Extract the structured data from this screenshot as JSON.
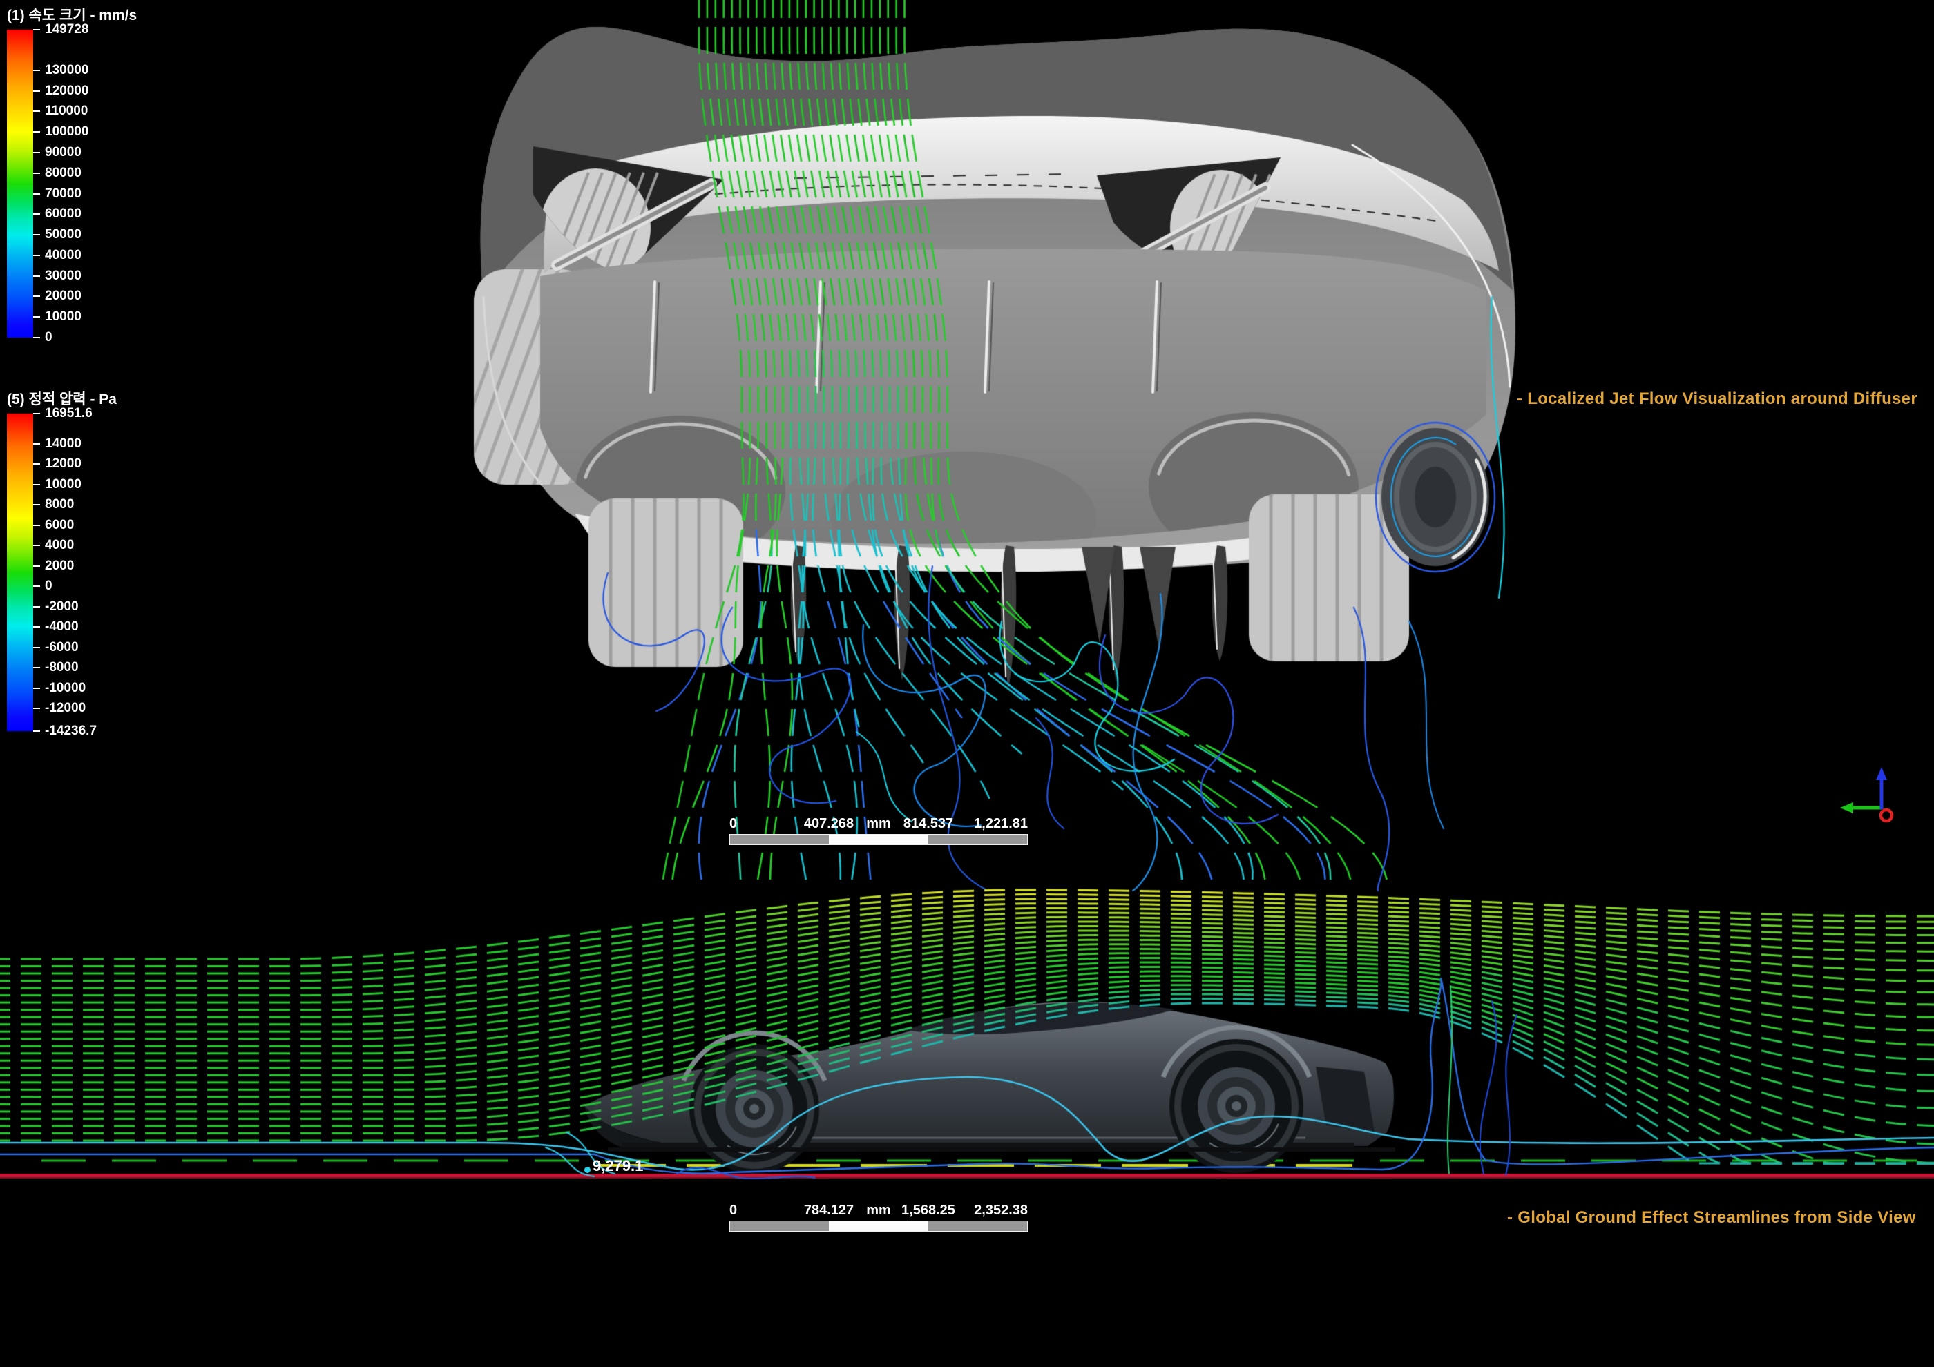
{
  "legends": [
    {
      "id": "velocity",
      "title": "(1) 속도 크기 - mm/s",
      "vmax": 149728,
      "vmin": 0,
      "ticks": [
        {
          "v": 149728,
          "label": "149728"
        },
        {
          "v": 130000,
          "label": "130000"
        },
        {
          "v": 120000,
          "label": "120000"
        },
        {
          "v": 110000,
          "label": "110000"
        },
        {
          "v": 100000,
          "label": "100000"
        },
        {
          "v": 90000,
          "label": "90000"
        },
        {
          "v": 80000,
          "label": "80000"
        },
        {
          "v": 70000,
          "label": "70000"
        },
        {
          "v": 60000,
          "label": "60000"
        },
        {
          "v": 50000,
          "label": "50000"
        },
        {
          "v": 40000,
          "label": "40000"
        },
        {
          "v": 30000,
          "label": "30000"
        },
        {
          "v": 20000,
          "label": "20000"
        },
        {
          "v": 10000,
          "label": "10000"
        },
        {
          "v": 0,
          "label": "0"
        }
      ]
    },
    {
      "id": "pressure",
      "title": "(5) 정적 압력 - Pa",
      "vmax": 16951.6,
      "vmin": -14236.7,
      "ticks": [
        {
          "v": 16951.6,
          "label": "16951.6"
        },
        {
          "v": 14000,
          "label": "14000"
        },
        {
          "v": 12000,
          "label": "12000"
        },
        {
          "v": 10000,
          "label": "10000"
        },
        {
          "v": 8000,
          "label": "8000"
        },
        {
          "v": 6000,
          "label": "6000"
        },
        {
          "v": 4000,
          "label": "4000"
        },
        {
          "v": 2000,
          "label": "2000"
        },
        {
          "v": 0,
          "label": "0"
        },
        {
          "v": -2000,
          "label": "-2000"
        },
        {
          "v": -4000,
          "label": "-4000"
        },
        {
          "v": -6000,
          "label": "-6000"
        },
        {
          "v": -8000,
          "label": "-8000"
        },
        {
          "v": -10000,
          "label": "-10000"
        },
        {
          "v": -12000,
          "label": "-12000"
        },
        {
          "v": -14236.7,
          "label": "-14236.7"
        }
      ]
    }
  ],
  "annotations": [
    {
      "text": "- Localized Jet Flow Visualization around Diffuser"
    },
    {
      "text": "- Global Ground Effect Streamlines from Side View"
    }
  ],
  "scalebars": [
    {
      "labels": [
        "0",
        "407.268",
        "mm",
        "814.537",
        "1,221.81"
      ]
    },
    {
      "labels": [
        "0",
        "784.127",
        "mm",
        "1,568.25",
        "2,352.38"
      ]
    }
  ],
  "side_view": {
    "ground_value_label": "9,279.1"
  },
  "colors": {
    "annotation": "#e3a63a",
    "ground_line": "#c81535",
    "legend_text": "#ffffff",
    "axis_x": "#e02222",
    "axis_y": "#17c417",
    "axis_z": "#2536e8"
  }
}
